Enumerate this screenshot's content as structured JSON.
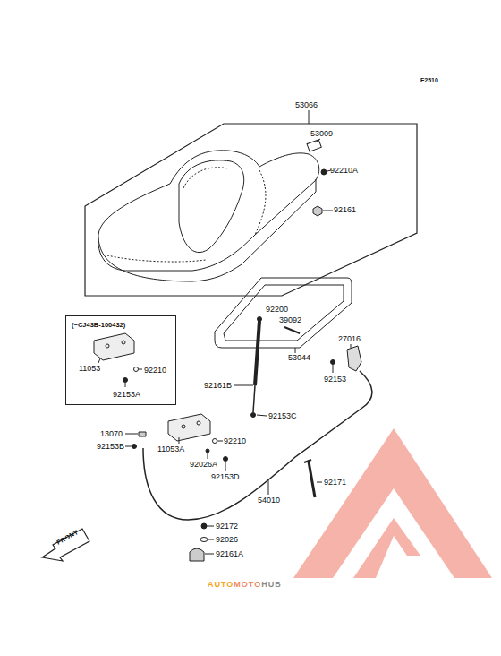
{
  "diagram": {
    "nodes": [
      {
        "text": [
          "53066",
          "53009",
          "92210A",
          "92161"
        ]
      },
      {
        "text": [
          "(~CJ43B-100432)",
          "11053",
          "92210",
          "92153A"
        ]
      }
    ],
    "labels": [
      "F2510",
      "53044",
      "92200",
      "39092",
      "27016",
      "92153",
      "92161B",
      "92153C",
      "13070",
      "92153B",
      "11053A",
      "92210",
      "92026A",
      "92153D",
      "54010",
      "92171",
      "92172",
      "92026",
      "92161A",
      "FRONT",
      "AUTO",
      "MOTO",
      "HUB"
    ]
  }
}
